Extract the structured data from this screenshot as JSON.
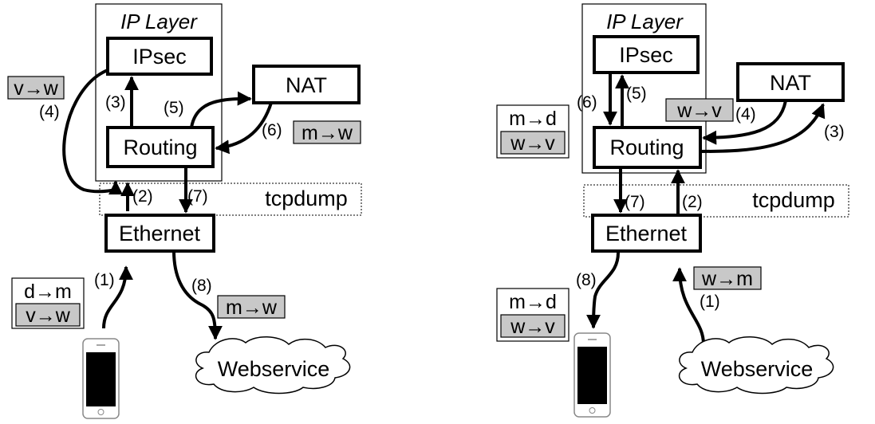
{
  "colors": {
    "line": "#000000",
    "highlight": "#c8c8c8",
    "background": "#ffffff"
  },
  "left": {
    "title": "IP Layer",
    "ipsec": "IPsec",
    "nat": "NAT",
    "routing": "Routing",
    "ethernet": "Ethernet",
    "tcpdump": "tcpdump",
    "webservice": "Webservice",
    "steps": [
      "(1)",
      "(2)",
      "(3)",
      "(4)",
      "(5)",
      "(6)",
      "(7)",
      "(8)"
    ],
    "packet_v_w": "v→w",
    "packet_m_w_nat": "m→w",
    "packet_phone_inner": "d→m",
    "packet_phone_outer": "v→w",
    "packet_m_w_out": "m→w"
  },
  "right": {
    "title": "IP Layer",
    "ipsec": "IPsec",
    "nat": "NAT",
    "routing": "Routing",
    "ethernet": "Ethernet",
    "tcpdump": "tcpdump",
    "webservice": "Webservice",
    "steps": [
      "(1)",
      "(2)",
      "(3)",
      "(4)",
      "(5)",
      "(6)",
      "(7)",
      "(8)"
    ],
    "packet_ipsec_inner": "m→d",
    "packet_ipsec_outer": "w→v",
    "packet_w_v_nat": "w→v",
    "packet_w_m_in": "w→m",
    "packet_phone_inner": "m→d",
    "packet_phone_outer": "w→v"
  }
}
